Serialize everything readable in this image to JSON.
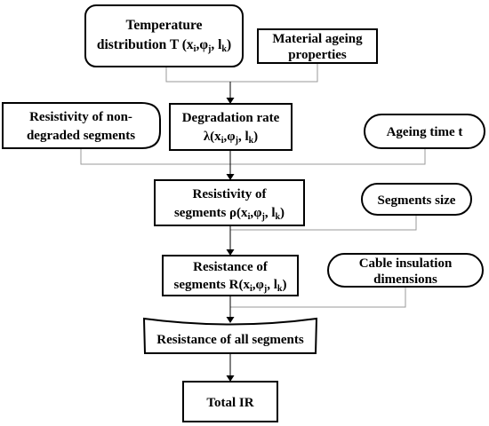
{
  "nodes": {
    "temperature": {
      "line1": "Temperature",
      "line2_prefix": "distribution T (x",
      "sub_i": "i",
      "comma_phi": ",φ",
      "sub_j": "j",
      "comma_l": ", l",
      "sub_k": "k",
      "close": ")"
    },
    "material": {
      "line1": "Material ageing",
      "line2": "properties"
    },
    "resistivity_nondegraded": {
      "line1": "Resistivity of non-",
      "line2": "degraded segments"
    },
    "degradation": {
      "line1": "Degradation rate",
      "line2_prefix": "λ(x",
      "sub_i": "i",
      "comma_phi": ",φ",
      "sub_j": "j",
      "comma_l": ", l",
      "sub_k": "k",
      "close": ")"
    },
    "ageing_time": {
      "label": "Ageing time t"
    },
    "resistivity_segments": {
      "line1": "Resistivity of",
      "line2_prefix": "segments ρ(x",
      "sub_i": "i",
      "comma_phi": ",φ",
      "sub_j": "j",
      "comma_l": ", l",
      "sub_k": "k",
      "close": ")"
    },
    "segments_size": {
      "label": "Segments size"
    },
    "resistance_segments": {
      "line1": "Resistance of",
      "line2_prefix": "segments R(x",
      "sub_i": "i",
      "comma_phi": ",φ",
      "sub_j": "j",
      "comma_l": ", l",
      "sub_k": "k",
      "close": ")"
    },
    "cable_insulation": {
      "line1": "Cable insulation",
      "line2": "dimensions"
    },
    "resistance_all": {
      "label": "Resistance of all segments"
    },
    "total_ir": {
      "label": "Total IR"
    }
  }
}
